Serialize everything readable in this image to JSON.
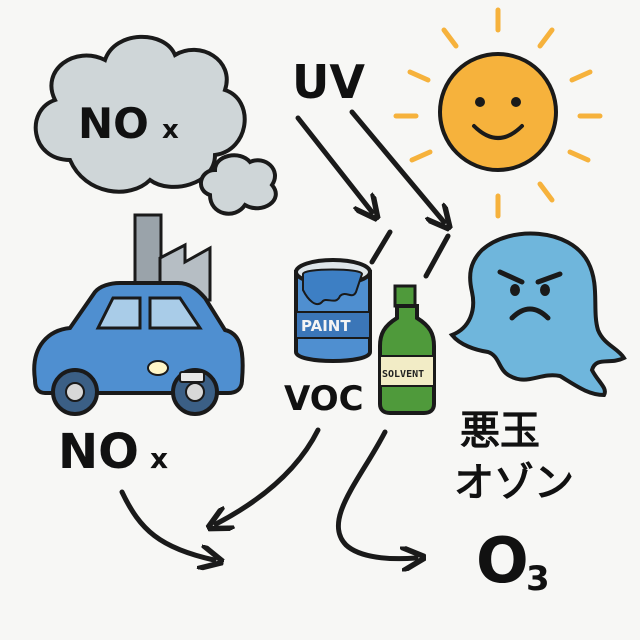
{
  "labels": {
    "cloud_nox": "NO",
    "cloud_nox_sub": "x",
    "uv": "UV",
    "car_nox": "NO",
    "car_nox_sub": "x",
    "voc": "VOC",
    "paint": "PAINT",
    "solvent": "SOLVENT",
    "bad_line1": "悪玉",
    "bad_line2": "オゾン",
    "o3": "O",
    "o3_sub": "3"
  },
  "icons": [
    "smog-cloud-icon",
    "factory-icon",
    "car-icon",
    "sun-icon",
    "paint-can-icon",
    "solvent-bottle-icon",
    "ozone-ghost-icon"
  ],
  "colors": {
    "outline": "#1a1a1a",
    "cloud": "#cfd6d8",
    "car": "#4f8fd0",
    "sun": "#f6b23c",
    "ghost": "#6fb6dc",
    "bottle": "#4f9a3b",
    "factory": "#9aa3aa"
  }
}
